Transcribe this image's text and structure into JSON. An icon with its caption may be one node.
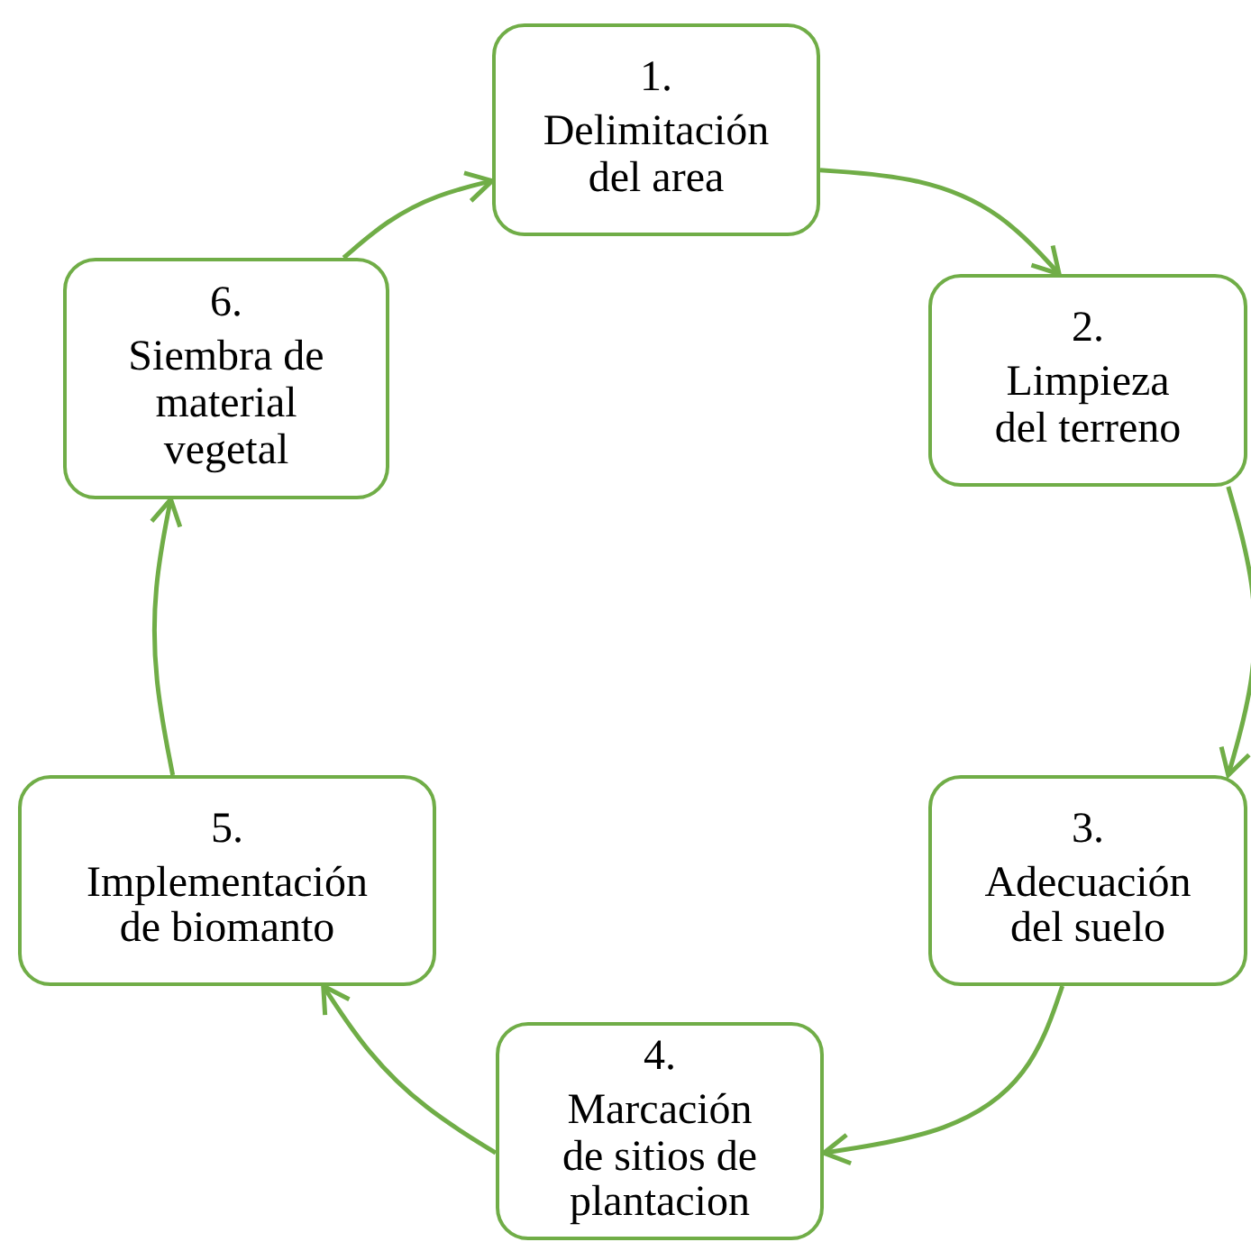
{
  "diagram": {
    "nodes": [
      {
        "text": [
          "1.",
          "Delimitación del area"
        ]
      },
      {
        "text": [
          "2.",
          "Limpieza del terreno"
        ]
      },
      {
        "text": [
          "3.",
          "Adecuación del suelo"
        ]
      },
      {
        "text": [
          "4.",
          "Marcación de sitios de plantacion"
        ]
      },
      {
        "text": [
          "5.",
          "Implementación de biomanto"
        ]
      },
      {
        "text": [
          "6.",
          "Siembra de material vegetal"
        ]
      }
    ],
    "edges": [
      {
        "from": 0,
        "to": 1,
        "arrow": "to"
      },
      {
        "from": 1,
        "to": 2,
        "arrow": "to"
      },
      {
        "from": 2,
        "to": 3,
        "arrow": "to"
      },
      {
        "from": 3,
        "to": 4,
        "arrow": "to"
      },
      {
        "from": 4,
        "to": 5,
        "arrow": "to"
      },
      {
        "from": 5,
        "to": 0,
        "arrow": "to"
      }
    ]
  }
}
